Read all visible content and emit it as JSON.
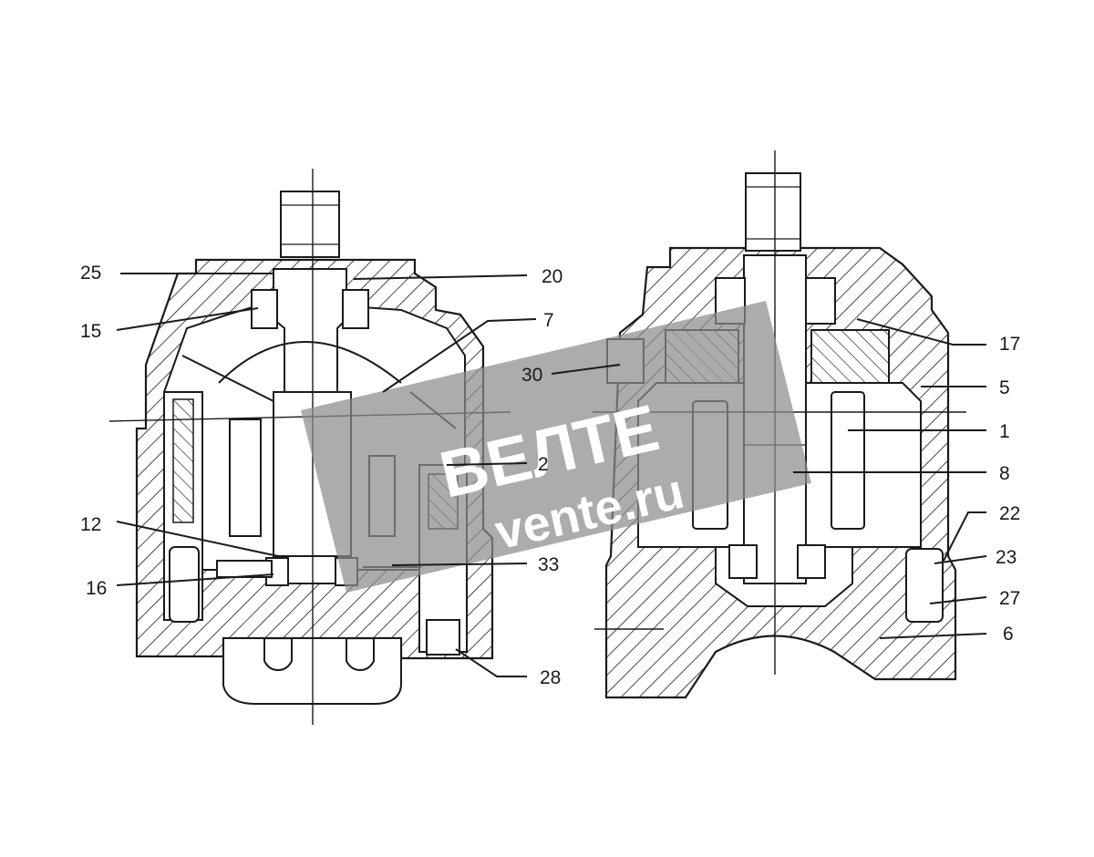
{
  "labels": [
    {
      "id": "25",
      "text": "25"
    },
    {
      "id": "15",
      "text": "15"
    },
    {
      "id": "12",
      "text": "12"
    },
    {
      "id": "16",
      "text": "16"
    },
    {
      "id": "20",
      "text": "20"
    },
    {
      "id": "7",
      "text": "7"
    },
    {
      "id": "30",
      "text": "30"
    },
    {
      "id": "2",
      "text": "2"
    },
    {
      "id": "33",
      "text": "33"
    },
    {
      "id": "28",
      "text": "28"
    },
    {
      "id": "17",
      "text": "17"
    },
    {
      "id": "5",
      "text": "5"
    },
    {
      "id": "1",
      "text": "1"
    },
    {
      "id": "8",
      "text": "8"
    },
    {
      "id": "22",
      "text": "22"
    },
    {
      "id": "23",
      "text": "23"
    },
    {
      "id": "27",
      "text": "27"
    },
    {
      "id": "6",
      "text": "6"
    }
  ],
  "watermark": {
    "line1": "ВЕЛТЕ",
    "line2": "vente.ru",
    "color": "#8c8c8c"
  },
  "colors": {
    "line": "#1a1a1a",
    "background": "#ffffff",
    "watermark_band": "#8c8c8c"
  }
}
